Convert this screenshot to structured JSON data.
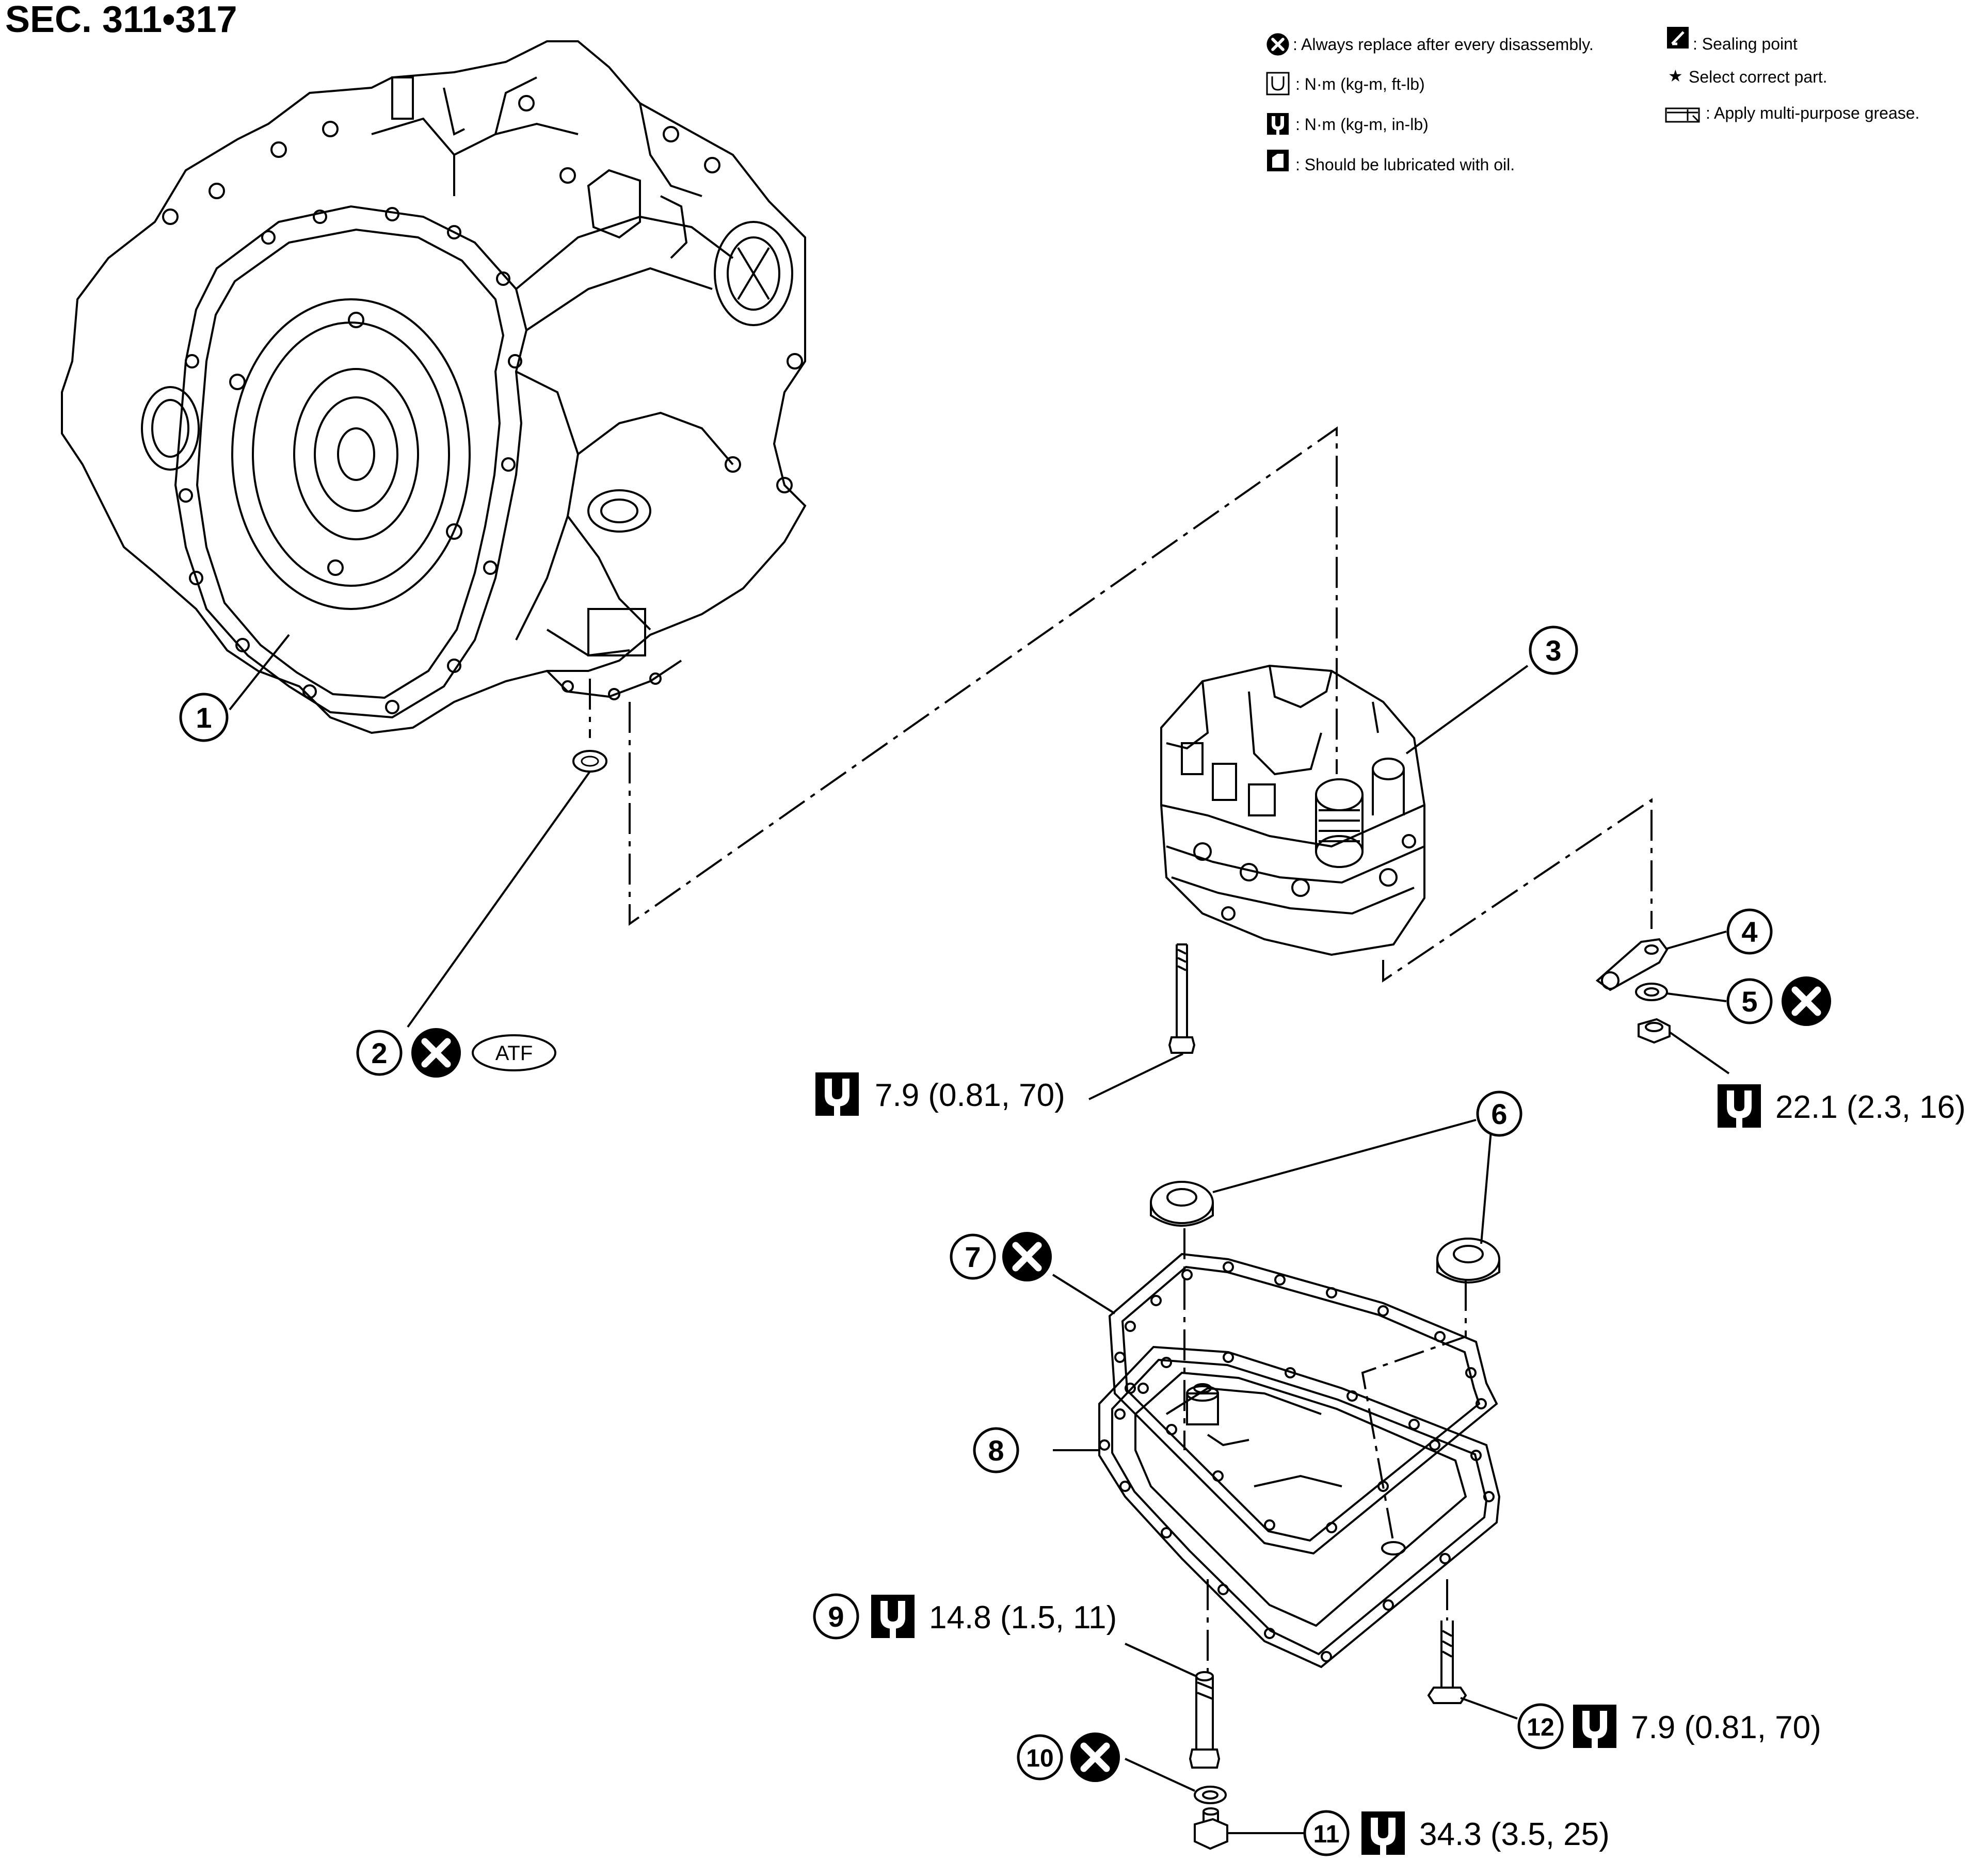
{
  "title": "SEC. 311•317",
  "legend": {
    "replace": ": Always replace after every disassembly.",
    "torque_ftlb": ": N·m (kg-m, ft-lb)",
    "torque_inlb": ": N·m (kg-m, in-lb)",
    "lubricate": ": Should be lubricated with oil.",
    "sealing": ": Sealing point",
    "select": "Select correct part.",
    "grease": ": Apply multi-purpose grease."
  },
  "callouts": {
    "c1": "1",
    "c2": "2",
    "c3": "3",
    "c4": "4",
    "c5": "5",
    "c6": "6",
    "c7": "7",
    "c8": "8",
    "c9": "9",
    "c10": "10",
    "c11": "11",
    "c12": "12"
  },
  "torques": {
    "t_valve_bolt": "7.9 (0.81, 70)",
    "t_nut": "22.1 (2.3, 16)",
    "t_9": "14.8 (1.5, 11)",
    "t_12": "7.9 (0.81, 70)",
    "t_11": "34.3 (3.5, 25)"
  },
  "atf": "ATF",
  "star": "★"
}
